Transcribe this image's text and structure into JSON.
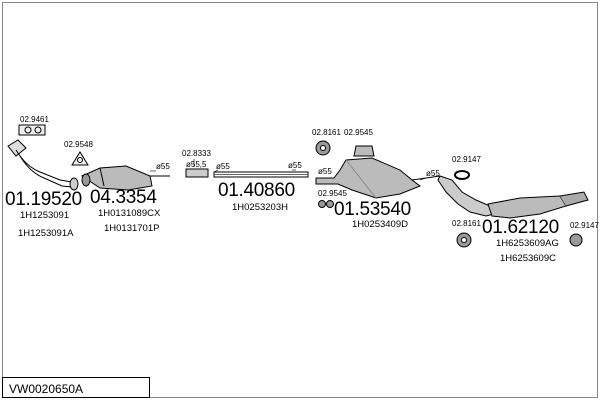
{
  "diagram": {
    "code": "VW0020650A",
    "parts": [
      {
        "number": "01.19520",
        "refs": [
          "1H1253091",
          "1H1253091A"
        ]
      },
      {
        "number": "04.3354",
        "refs": [
          "1H0131089CX",
          "1H0131701P"
        ]
      },
      {
        "number": "01.40860",
        "refs": [
          "1H0253203H"
        ]
      },
      {
        "number": "01.53540",
        "refs": [
          "1H0253409D"
        ]
      },
      {
        "number": "01.62120",
        "refs": [
          "1H6253609AG",
          "1H6253609C"
        ]
      }
    ],
    "accessories": [
      "02.9461",
      "02.9548",
      "02.8333",
      "02.8161",
      "02.9545",
      "02.9545",
      "02.9147",
      "02.8161",
      "02.9147"
    ],
    "dimensions": [
      "55",
      "55,5",
      "55",
      "55",
      "55",
      "55"
    ]
  }
}
